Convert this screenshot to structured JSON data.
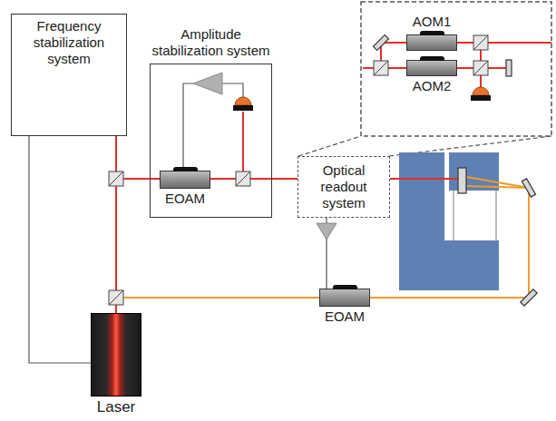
{
  "diagram": {
    "nodes": [
      {
        "text": [
          "Frequency stabilization system"
        ]
      },
      {
        "text": [
          "Amplitude stabilization system"
        ]
      },
      {
        "text": [
          "EOAM"
        ],
        "in": 1
      },
      {
        "text": [
          "Optical readout system"
        ]
      },
      {
        "text": [
          "AOM1"
        ]
      },
      {
        "text": [
          "AOM2"
        ]
      },
      {
        "text": [
          "EOAM"
        ]
      },
      {
        "text": [
          "Laser"
        ]
      }
    ],
    "edges": [
      {
        "from": 0,
        "to": 7,
        "arrow": "none"
      },
      {
        "from": 3,
        "to": 6,
        "arrow": "none"
      }
    ]
  }
}
